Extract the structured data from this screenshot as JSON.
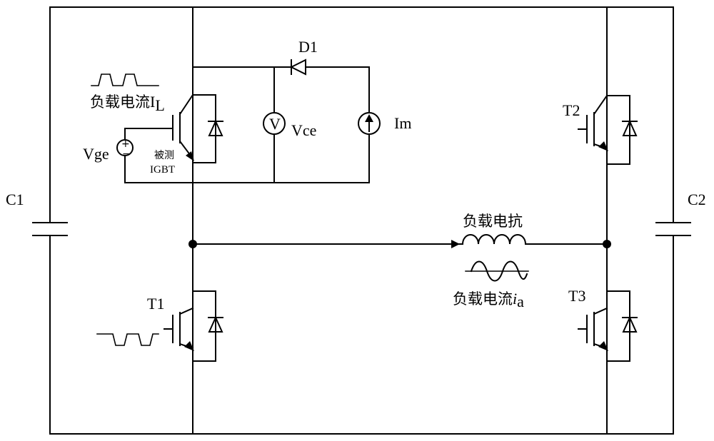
{
  "labels": {
    "c1": "C1",
    "c2": "C2",
    "d1": "D1",
    "t1": "T1",
    "t2": "T2",
    "t3": "T3",
    "vge": "Vge",
    "vce": "Vce",
    "im": "Im",
    "voltmeter_symbol": "V",
    "load_current_il": "负载电流",
    "il_main": "I",
    "il_sub": "L",
    "dut_line1": "被测",
    "dut_line2": "IGBT",
    "load_reactance": "负载电抗",
    "load_current_ia": "负载电流",
    "ia_main": "i",
    "ia_sub": "a",
    "plus": "+",
    "minus": "−"
  }
}
